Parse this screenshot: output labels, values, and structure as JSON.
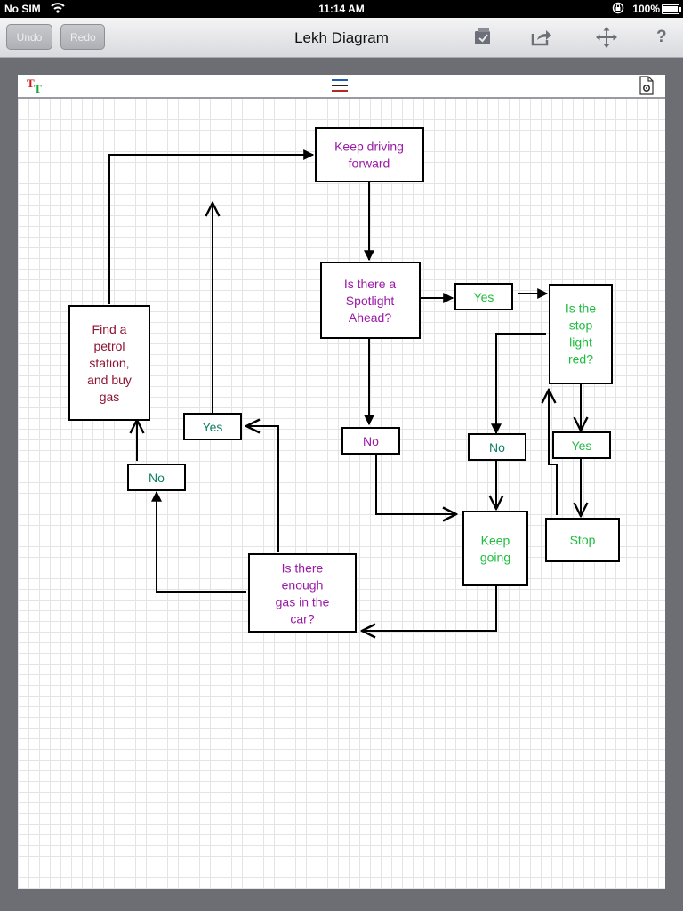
{
  "status_bar": {
    "carrier": "No SIM",
    "time": "11:14 AM",
    "battery": "100%"
  },
  "nav_bar": {
    "undo_label": "Undo",
    "redo_label": "Redo",
    "title": "Lekh Diagram",
    "icons": [
      "library-icon",
      "share-icon",
      "move-icon",
      "help-icon"
    ],
    "help_glyph": "?"
  },
  "canvas_toolbar": {
    "text_tool_glyph": "T",
    "icons": [
      "text-style-icon",
      "menu-icon",
      "page-settings-icon"
    ]
  },
  "colors": {
    "purple_text": "#9a1aa6",
    "green_text": "#1ebd3e",
    "teal_text": "#0f7f67",
    "maroon_text": "#8e1432"
  },
  "diagram": {
    "nodes": [
      {
        "id": "keep-driving",
        "lines": [
          "Keep driving",
          "forward"
        ],
        "color": "#9a1aa6"
      },
      {
        "id": "spotlight",
        "lines": [
          "Is there a",
          "Spotlight",
          "Ahead?"
        ],
        "color": "#9a1aa6"
      },
      {
        "id": "yes-spotlight",
        "lines": [
          "Yes"
        ],
        "color": "#1ebd3e"
      },
      {
        "id": "stop-light",
        "lines": [
          "Is the",
          "stop",
          "light",
          "red?"
        ],
        "color": "#1ebd3e"
      },
      {
        "id": "no-light",
        "lines": [
          "No"
        ],
        "color": "#0f7f67"
      },
      {
        "id": "yes-light",
        "lines": [
          "Yes"
        ],
        "color": "#1ebd3e"
      },
      {
        "id": "no-spotlight",
        "lines": [
          "No"
        ],
        "color": "#9a1aa6"
      },
      {
        "id": "keep-going",
        "lines": [
          "Keep",
          "going"
        ],
        "color": "#1ebd3e"
      },
      {
        "id": "stop",
        "lines": [
          "Stop"
        ],
        "color": "#1ebd3e"
      },
      {
        "id": "enough-gas",
        "lines": [
          "Is there",
          "enough",
          "gas in the",
          "car?"
        ],
        "color": "#9a1aa6"
      },
      {
        "id": "yes-gas",
        "lines": [
          "Yes"
        ],
        "color": "#0f7f67"
      },
      {
        "id": "no-gas",
        "lines": [
          "No"
        ],
        "color": "#0f7f67"
      },
      {
        "id": "find-petrol",
        "lines": [
          "Find a",
          "petrol",
          "station,",
          "and buy",
          "gas"
        ],
        "color": "#8e1432"
      }
    ]
  }
}
